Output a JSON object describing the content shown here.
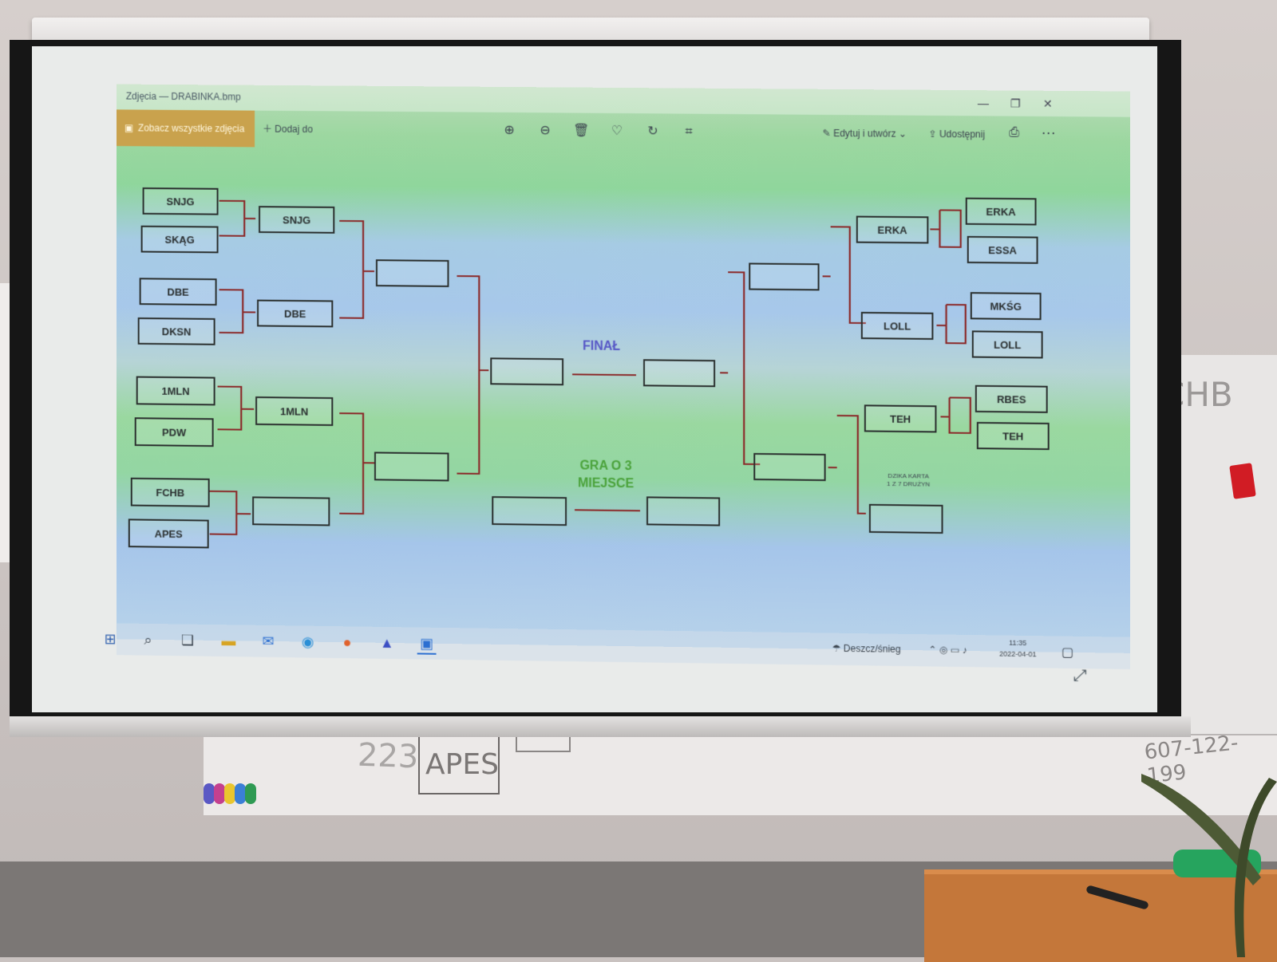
{
  "window": {
    "title": "Zdjęcia — DRABINKA.bmp",
    "minimize": "—",
    "maximize": "❐",
    "close": "✕"
  },
  "toolbar": {
    "view_all": "Zobacz wszystkie zdjęcia",
    "add_to": "Dodaj do",
    "edit_create": "Edytuj i utwórz",
    "share": "Udostępnij",
    "icons": [
      "zoom-in-icon",
      "zoom-out-icon",
      "delete-icon",
      "favorite-icon",
      "rotate-icon",
      "crop-icon",
      "print-icon",
      "more-icon"
    ]
  },
  "bracket": {
    "left_round1": [
      "SNJG",
      "SKĄG",
      "DBE",
      "DKSN",
      "1MLN",
      "PDW",
      "FCHB",
      "APES"
    ],
    "left_round2": [
      "SNJG",
      "DBE",
      "1MLN",
      ""
    ],
    "left_semis": [
      "",
      ""
    ],
    "left_final": "",
    "right_round1": [
      "ERKA",
      "ESSA",
      "MKŚG",
      "LOLL",
      "RBES",
      "TEH"
    ],
    "right_round2": [
      "ERKA",
      "LOLL",
      "TEH",
      ""
    ],
    "right_semis": [
      "",
      ""
    ],
    "right_final": "",
    "final_label": "FINAŁ",
    "third_place_label_line1": "GRA O 3",
    "third_place_label_line2": "MIEJSCE",
    "third_place_left": "",
    "third_place_right": "",
    "wildcard_label_line1": "DZIKA KARTA",
    "wildcard_label_line2": "1 Z 7 DRUŻYN",
    "line_color": "#8b2a2a"
  },
  "taskbar": {
    "weather": "Deszcz/śnieg",
    "time": "11:35",
    "date": "2022-04-01"
  },
  "whiteboard": {
    "number": "223",
    "boxed_text": "APES",
    "phone": "607-122-199",
    "side_text": "CHB"
  }
}
